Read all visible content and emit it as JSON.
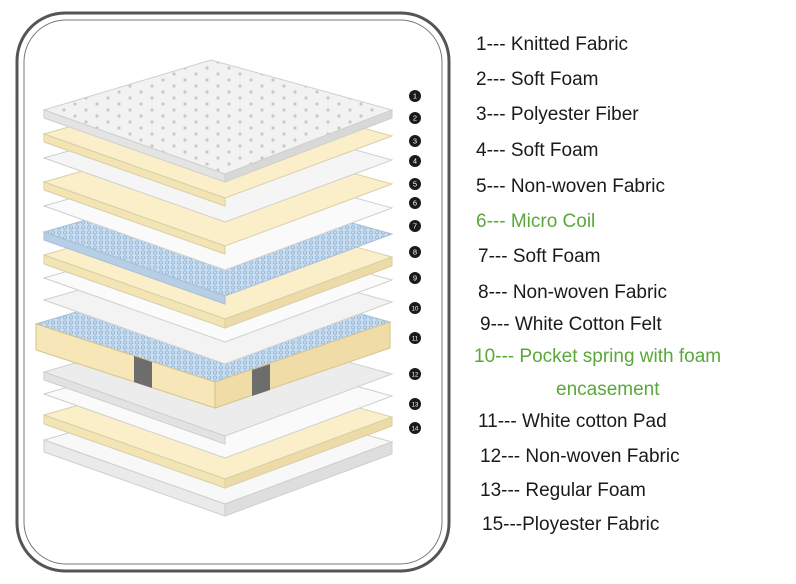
{
  "legend": [
    {
      "text": "1--- Knitted Fabric",
      "highlight": false
    },
    {
      "text": "2--- Soft Foam",
      "highlight": false
    },
    {
      "text": "3--- Polyester Fiber",
      "highlight": false
    },
    {
      "text": "4--- Soft Foam",
      "highlight": false
    },
    {
      "text": "5--- Non-woven Fabric",
      "highlight": false
    },
    {
      "text": "6--- Micro Coil",
      "highlight": true
    },
    {
      "text": "7--- Soft Foam",
      "highlight": false
    },
    {
      "text": "8--- Non-woven Fabric",
      "highlight": false
    },
    {
      "text": "9---  White Cotton Felt",
      "highlight": false
    },
    {
      "text": "10--- Pocket spring with foam",
      "highlight": true
    },
    {
      "text": "encasement",
      "highlight": true
    },
    {
      "text": "11--- White cotton Pad",
      "highlight": false
    },
    {
      "text": "12--- Non-woven Fabric",
      "highlight": false
    },
    {
      "text": "13--- Regular Foam",
      "highlight": false
    },
    {
      "text": "15---Ployester Fabric",
      "highlight": false
    }
  ],
  "badges": [
    "1",
    "2",
    "3",
    "4",
    "5",
    "6",
    "7",
    "8",
    "9",
    "10",
    "11",
    "12",
    "13",
    "14"
  ],
  "colors": {
    "highlight": "#5aa83a",
    "foam": "#fbefc9",
    "coil": "#c6dcef",
    "frame": "#555555"
  }
}
